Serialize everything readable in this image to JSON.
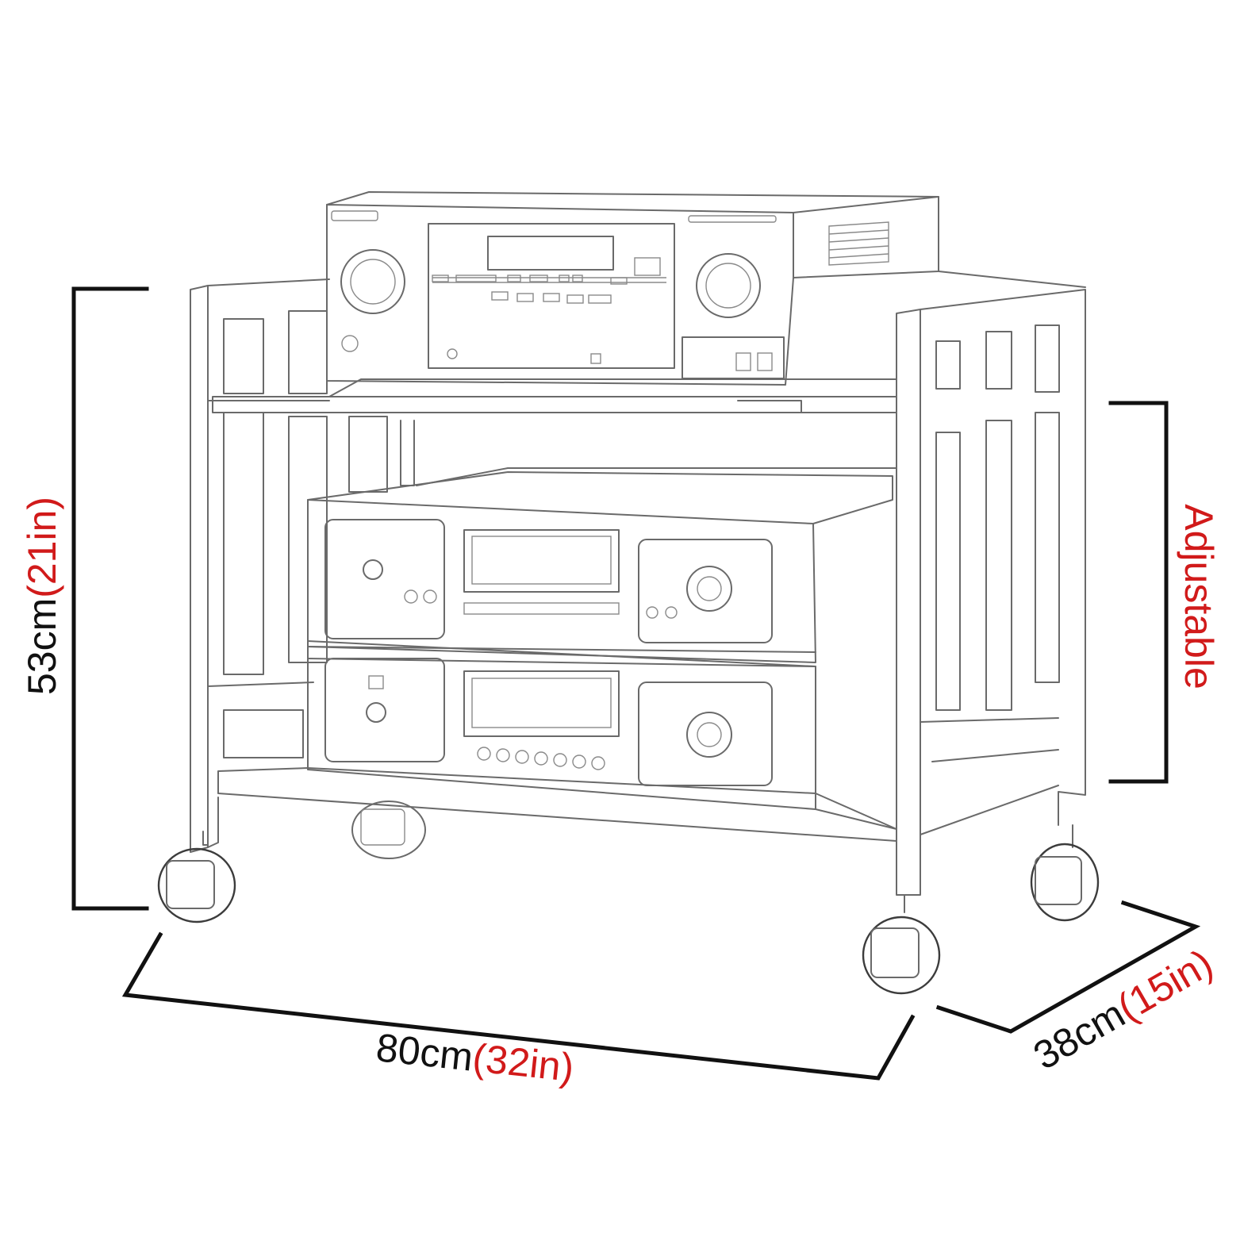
{
  "colors": {
    "metric": "#111111",
    "imperial": "#d11a1a",
    "sketch": "#6a6a6a",
    "dimension_line": "#111111"
  },
  "dimensions": {
    "height": {
      "metric": "53cm",
      "imperial": "(21in)"
    },
    "width": {
      "metric": "80cm",
      "imperial": "(32in)"
    },
    "depth": {
      "metric": "38cm",
      "imperial": "(15in)"
    },
    "shelf_gap": {
      "label": "Adjustable"
    }
  },
  "equipment": {
    "top": "av-receiver",
    "middle": "cd-player",
    "bottom": "cd-player"
  }
}
